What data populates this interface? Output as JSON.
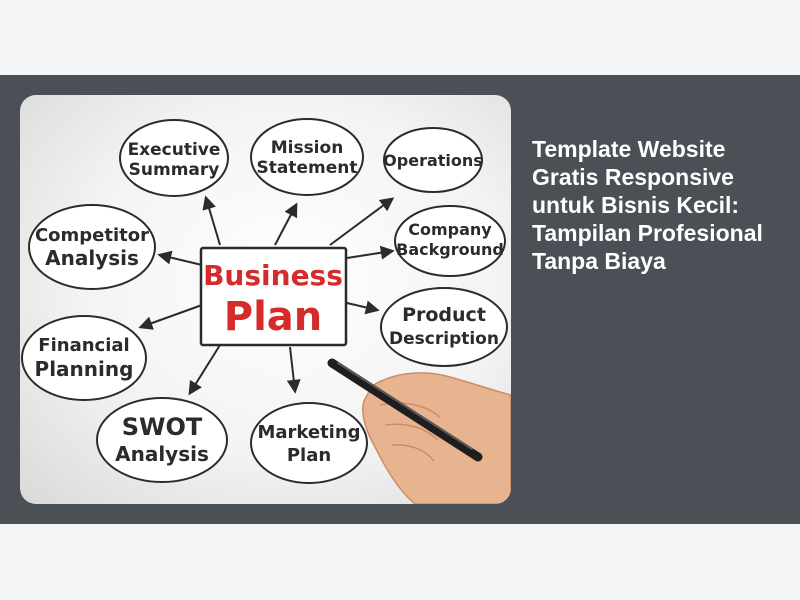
{
  "post": {
    "title": "Template Website Gratis Responsive untuk Bisnis Kecil: Tampilan Profesional Tanpa Biaya"
  },
  "illustration": {
    "center": {
      "line1": "Business",
      "line2": "Plan",
      "color": "#d62b2b"
    },
    "bubbles": [
      {
        "id": "executive-summary",
        "lines": [
          "Executive",
          "Summary"
        ]
      },
      {
        "id": "mission-statement",
        "lines": [
          "Mission",
          "Statement"
        ]
      },
      {
        "id": "operations",
        "lines": [
          "Operations"
        ]
      },
      {
        "id": "company-background",
        "lines": [
          "Company",
          "Background"
        ]
      },
      {
        "id": "competitor-analysis",
        "lines": [
          "Competitor",
          "Analysis"
        ]
      },
      {
        "id": "product-description",
        "lines": [
          "Product",
          "Description"
        ]
      },
      {
        "id": "financial-planning",
        "lines": [
          "Financial",
          "Planning"
        ]
      },
      {
        "id": "swot-analysis",
        "lines": [
          "SWOT",
          "Analysis"
        ]
      },
      {
        "id": "marketing-plan",
        "lines": [
          "Marketing",
          "Plan"
        ]
      }
    ]
  },
  "colors": {
    "band": "#4b4f56",
    "page": "#f4f5f7",
    "ink": "#2b2b2b",
    "accent": "#d62b2b"
  }
}
